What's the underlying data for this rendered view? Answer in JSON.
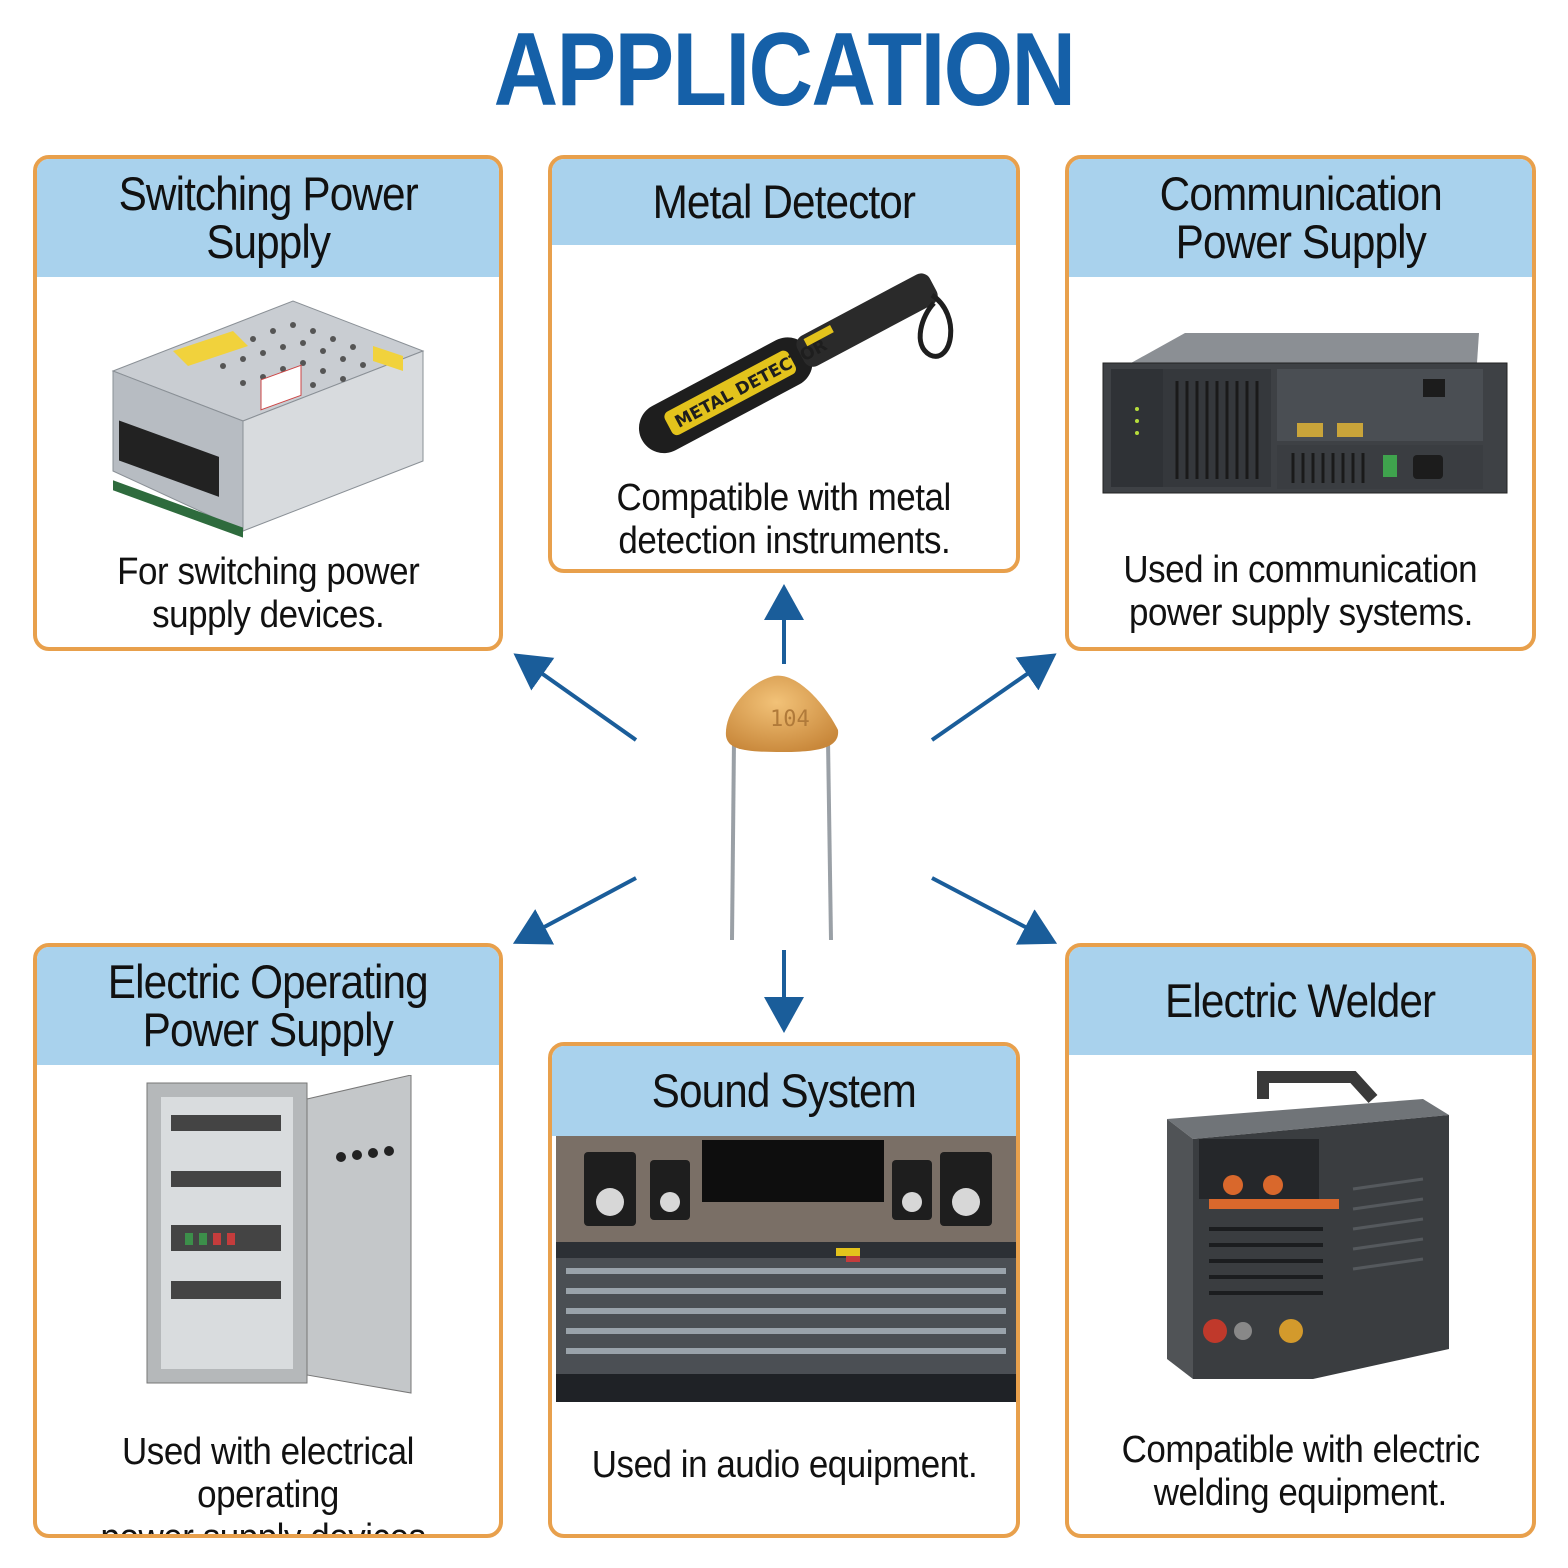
{
  "page": {
    "title": "APPLICATION"
  },
  "colors": {
    "title": "#1560a8",
    "card_border": "#e8a04c",
    "card_header_bg": "#a9d2ed",
    "arrow": "#1a5d9a"
  },
  "center_component": {
    "name": "ceramic-capacitor",
    "marking": "104"
  },
  "cards": [
    {
      "title_line1": "Switching Power",
      "title_line2": "Supply",
      "desc_line1": "For switching power",
      "desc_line2": "supply devices.",
      "icon": "switching-power-supply"
    },
    {
      "title_line1": "Metal Detector",
      "title_line2": "",
      "desc_line1": "Compatible with metal",
      "desc_line2": "detection instruments.",
      "icon": "metal-detector",
      "device_label": "METAL DETECTOR"
    },
    {
      "title_line1": "Communication",
      "title_line2": "Power Supply",
      "desc_line1": "Used in communication",
      "desc_line2": "power supply systems.",
      "icon": "rack-power-supply"
    },
    {
      "title_line1": "Electric Operating",
      "title_line2": "Power Supply",
      "desc_line1": "Used with electrical operating",
      "desc_line2": "power supply devices.",
      "icon": "electrical-cabinet"
    },
    {
      "title_line1": "Sound System",
      "title_line2": "",
      "desc_line1": "Used in audio equipment.",
      "desc_line2": "",
      "icon": "mixing-console"
    },
    {
      "title_line1": "Electric Welder",
      "title_line2": "",
      "desc_line1": "Compatible with electric",
      "desc_line2": "welding equipment.",
      "icon": "welder"
    }
  ]
}
